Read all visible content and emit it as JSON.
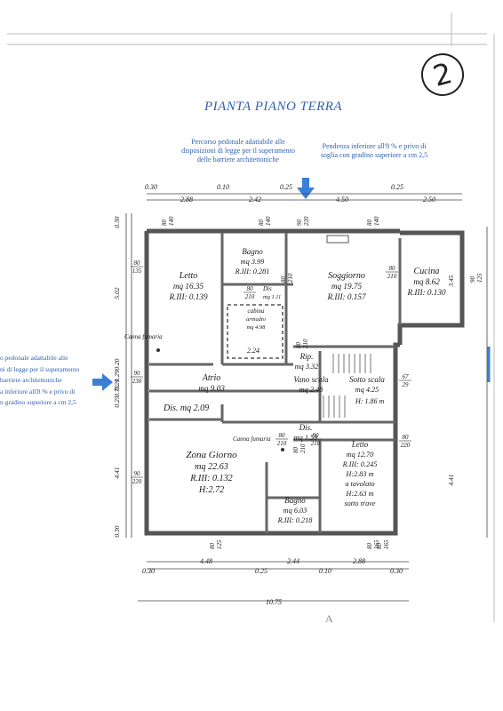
{
  "page_number": "2",
  "title": "PIANTA PIANO TERRA",
  "notes": {
    "top_left": [
      "Percorso pedonale adattabile alle",
      "disposizioni di legge per il superamento",
      "delle barriere architettoniche"
    ],
    "top_right": [
      "Pendenza inferiore all'8 % e privo di",
      "soglia con gradino superiore a cm 2,5"
    ],
    "left": [
      "o pedonale adattabile alle",
      "ni di legge per il superamento",
      "barriere architettoniche",
      "a inferiore all'8 % e privo di",
      "n gradino superiore a cm 2,5"
    ]
  },
  "rooms": [
    {
      "name": "Bagno",
      "lines": [
        "mq 3.99",
        "R.III: 0.281"
      ]
    },
    {
      "name": "Letto",
      "lines": [
        "mq 16.35",
        "R.III: 0.139"
      ]
    },
    {
      "name": "Soggiorno",
      "lines": [
        "mq 19.75",
        "R.III: 0.157"
      ]
    },
    {
      "name": "Cucina",
      "lines": [
        "mq 8.62",
        "R.III: 0.130"
      ]
    },
    {
      "name": "Dis",
      "lines": [
        "mq 1.11"
      ]
    },
    {
      "name": "cabina",
      "lines": [
        "armadio",
        "mq 4.98"
      ]
    },
    {
      "name": "Rip.",
      "lines": [
        "mq 3.32"
      ]
    },
    {
      "name": "Atrio",
      "lines": [
        "mq 9.03"
      ]
    },
    {
      "name": "Vano scala",
      "lines": [
        "mq 2.48"
      ]
    },
    {
      "name": "Sotto scala",
      "lines": [
        "mq 4.25"
      ]
    },
    {
      "name": "Dis. mq 2.09",
      "lines": []
    },
    {
      "name": "Dis.",
      "lines": [
        "mq 1.59"
      ]
    },
    {
      "name": "Zona Giorno",
      "lines": [
        "mq 22.63",
        "R.III: 0.132",
        "H:2.72"
      ]
    },
    {
      "name": "Letto",
      "lines": [
        "mq 12.70",
        "R.III: 0.245",
        "H:2.83 m",
        "a tavolato",
        "H:2.63 m",
        "sotto trave"
      ]
    },
    {
      "name": "Bagno",
      "lines": [
        "mq 6.03",
        "R.III: 0.218"
      ]
    }
  ],
  "labels": {
    "canna_fumaria": "Canna fumaria",
    "stair_height": "H: 1.86 m",
    "cabina_dim": "2.24",
    "section_mark": "A"
  },
  "dimensions": {
    "top_row1": [
      "0.30",
      "0.10",
      "0.25",
      "0.25"
    ],
    "top_row2": [
      "2.88",
      "2.42",
      "4.50",
      "2.50"
    ],
    "bottom_row1": [
      "4.48",
      "2.44",
      "2.88"
    ],
    "bottom_row2": [
      "0.30",
      "0.25",
      "0.10",
      "0.30"
    ],
    "overall_width": "10.75",
    "left_side": [
      "0.30",
      "5.02",
      "0.20",
      "1.29",
      "0.28",
      "0.70",
      "0.25",
      "4.41",
      "0.30"
    ],
    "right_side": [
      "3.45",
      "4.41"
    ]
  },
  "openings": [
    {
      "w": "80",
      "h": "140"
    },
    {
      "w": "80",
      "h": "140"
    },
    {
      "w": "90",
      "h": "220"
    },
    {
      "w": "80",
      "h": "140"
    },
    {
      "w": "80",
      "h": "135"
    },
    {
      "w": "80",
      "h": "210"
    },
    {
      "w": "80",
      "h": "210"
    },
    {
      "w": "80",
      "h": "210"
    },
    {
      "w": "90",
      "h": "125"
    },
    {
      "w": "80",
      "h": "210"
    },
    {
      "w": "90",
      "h": "230"
    },
    {
      "w": "67",
      "h": "29"
    },
    {
      "w": "80",
      "h": "210"
    },
    {
      "w": "80",
      "h": "210"
    },
    {
      "w": "80",
      "h": "220"
    },
    {
      "w": "90",
      "h": "220"
    },
    {
      "w": "80",
      "h": "210"
    },
    {
      "w": "80",
      "h": "125"
    },
    {
      "w": "80",
      "h": "165"
    },
    {
      "w": "80",
      "h": "165"
    }
  ],
  "colors": {
    "ink": "#333333",
    "note_blue": "#2f62b0",
    "arrow_blue": "#3a7fd5"
  }
}
